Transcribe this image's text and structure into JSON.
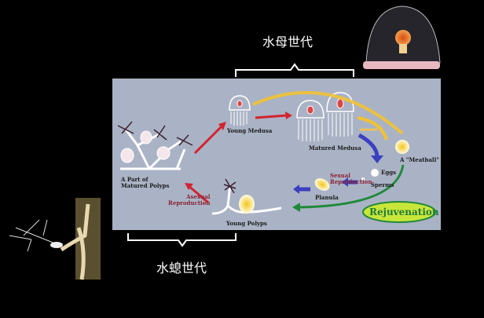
{
  "headings": {
    "medusa_generation": "水母世代",
    "polyp_generation": "水螅世代"
  },
  "diagram": {
    "young_medusa": "Young Medusa",
    "matured_medusa": "Matured Medusa",
    "meatball": "A \"Meatball\"",
    "eggs": "Eggs",
    "sperms": "Sperms",
    "sexual_reproduction": [
      "Sexual",
      "Reproduction"
    ],
    "planula": "Planula",
    "rejuvenation": "Rejuvenation",
    "young_polyps": "Young Polyps",
    "asexual_reproduction": [
      "Asexual",
      "Reproduction"
    ],
    "matured_polyps": [
      "A Part of",
      "Matured Polyps"
    ]
  },
  "colors": {
    "panel": "#aab3c5",
    "red_arrow": "#d2232f",
    "blue_arrow": "#3b3fc0",
    "yellow_arrow": "#f2c230",
    "green_arrow": "#1f8a3a",
    "rejuvenation_fill": "#c8e63a"
  }
}
